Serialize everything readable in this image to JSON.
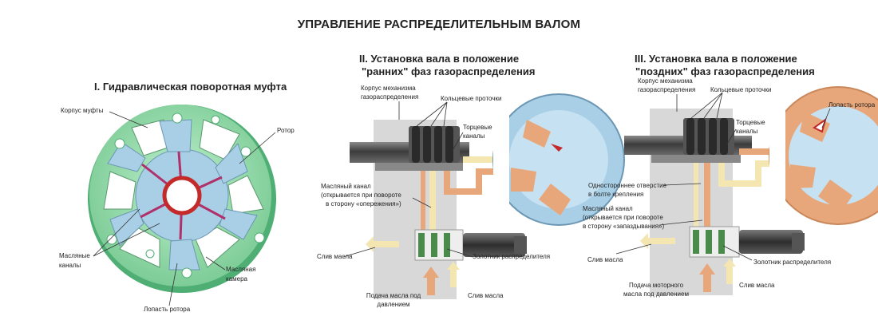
{
  "main_title": "УПРАВЛЕНИЕ РАСПРЕДЕЛИТЕЛЬНЫМ ВАЛОМ",
  "section1": {
    "title": "I. Гидравлическая поворотная муфта",
    "labels": {
      "housing": "Корпус муфты",
      "rotor": "Ротор",
      "oil_channels": [
        "Масляные",
        "каналы"
      ],
      "oil_chamber": [
        "Масляная",
        "камера"
      ],
      "rotor_vane": "Лопасть ротора"
    }
  },
  "section2": {
    "title": [
      "II.  Установка вала в положение",
      "\"ранних\" фаз газораспределения"
    ],
    "labels": {
      "mech_housing": [
        "Корпус механизма",
        "газораспределения"
      ],
      "ring_grooves": "Кольцевые проточки",
      "face_channels": [
        "Торцевые",
        "каналы"
      ],
      "oil_channel": [
        "Масляный канал",
        "(открывается при повороте",
        "в сторону «опережения»)"
      ],
      "oil_drain": "Слив масла",
      "spool": "Золотник распределителя",
      "oil_supply": [
        "Подача масла под",
        "давлением"
      ],
      "oil_drain2": "Слив масла"
    }
  },
  "section3": {
    "title": [
      "III.  Установка вала в положение",
      "\"поздних\" фаз газораспределения"
    ],
    "labels": {
      "mech_housing": [
        "Корпус механизма",
        "газораспределения"
      ],
      "ring_grooves": "Кольцевые проточки",
      "face_channels": [
        "Торцевые",
        "каналы"
      ],
      "rotor_vane": "Лопасть ротора",
      "one_way_hole": [
        "Одностороннее отверстие",
        "в болте крепления"
      ],
      "oil_channel": [
        "Масляный канал",
        "(открывается при повороте",
        "в сторону «запаздывания»)"
      ],
      "oil_drain": "Слив масла",
      "spool": "Золотник распределителя",
      "oil_supply": [
        "Подача моторного",
        "масла под давлением"
      ],
      "oil_drain2": "Слив масла"
    }
  },
  "colors": {
    "housing_green": "#8fd6a5",
    "housing_green_dark": "#4fae74",
    "rotor_blue": "#a9cfe6",
    "oil_orange": "#e8a77a",
    "oil_yellow": "#f3e6b0",
    "cam_gray": "#5a5a5a",
    "red_accent": "#c42a2a"
  }
}
